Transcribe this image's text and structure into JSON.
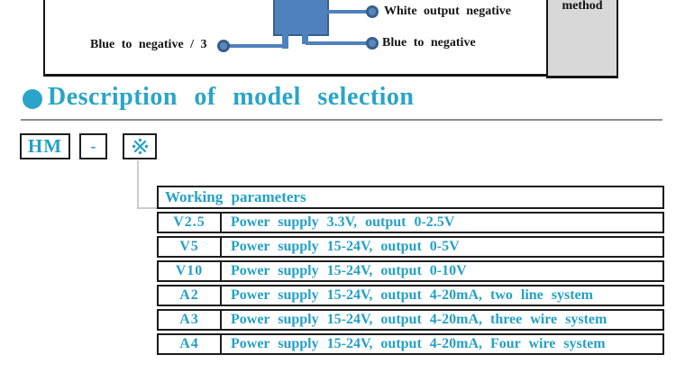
{
  "accent_color": "#25a0c6",
  "diagram": {
    "blue_color": "#4f81bd",
    "gray_box_color": "#d8d8d8",
    "labels": {
      "left_wire": "Blue to negative / 3",
      "top_wire": "White output negative",
      "bottom_wire": "Blue to negative",
      "method": "method"
    }
  },
  "section": {
    "title": "Description of model selection"
  },
  "model_code": {
    "prefix": "HM",
    "separator": "-",
    "placeholder_symbol": "※"
  },
  "table": {
    "header": "Working parameters",
    "rows": [
      {
        "code": "V2.5",
        "desc": "Power supply 3.3V, output 0-2.5V"
      },
      {
        "code": "V5",
        "desc": "Power supply 15-24V, output 0-5V"
      },
      {
        "code": "V10",
        "desc": "Power supply 15-24V, output 0-10V"
      },
      {
        "code": "A2",
        "desc": "Power supply 15-24V, output 4-20mA, two line system"
      },
      {
        "code": "A3",
        "desc": "Power supply 15-24V, output 4-20mA, three wire system"
      },
      {
        "code": "A4",
        "desc": "Power supply 15-24V, output 4-20mA, Four wire system"
      }
    ]
  }
}
